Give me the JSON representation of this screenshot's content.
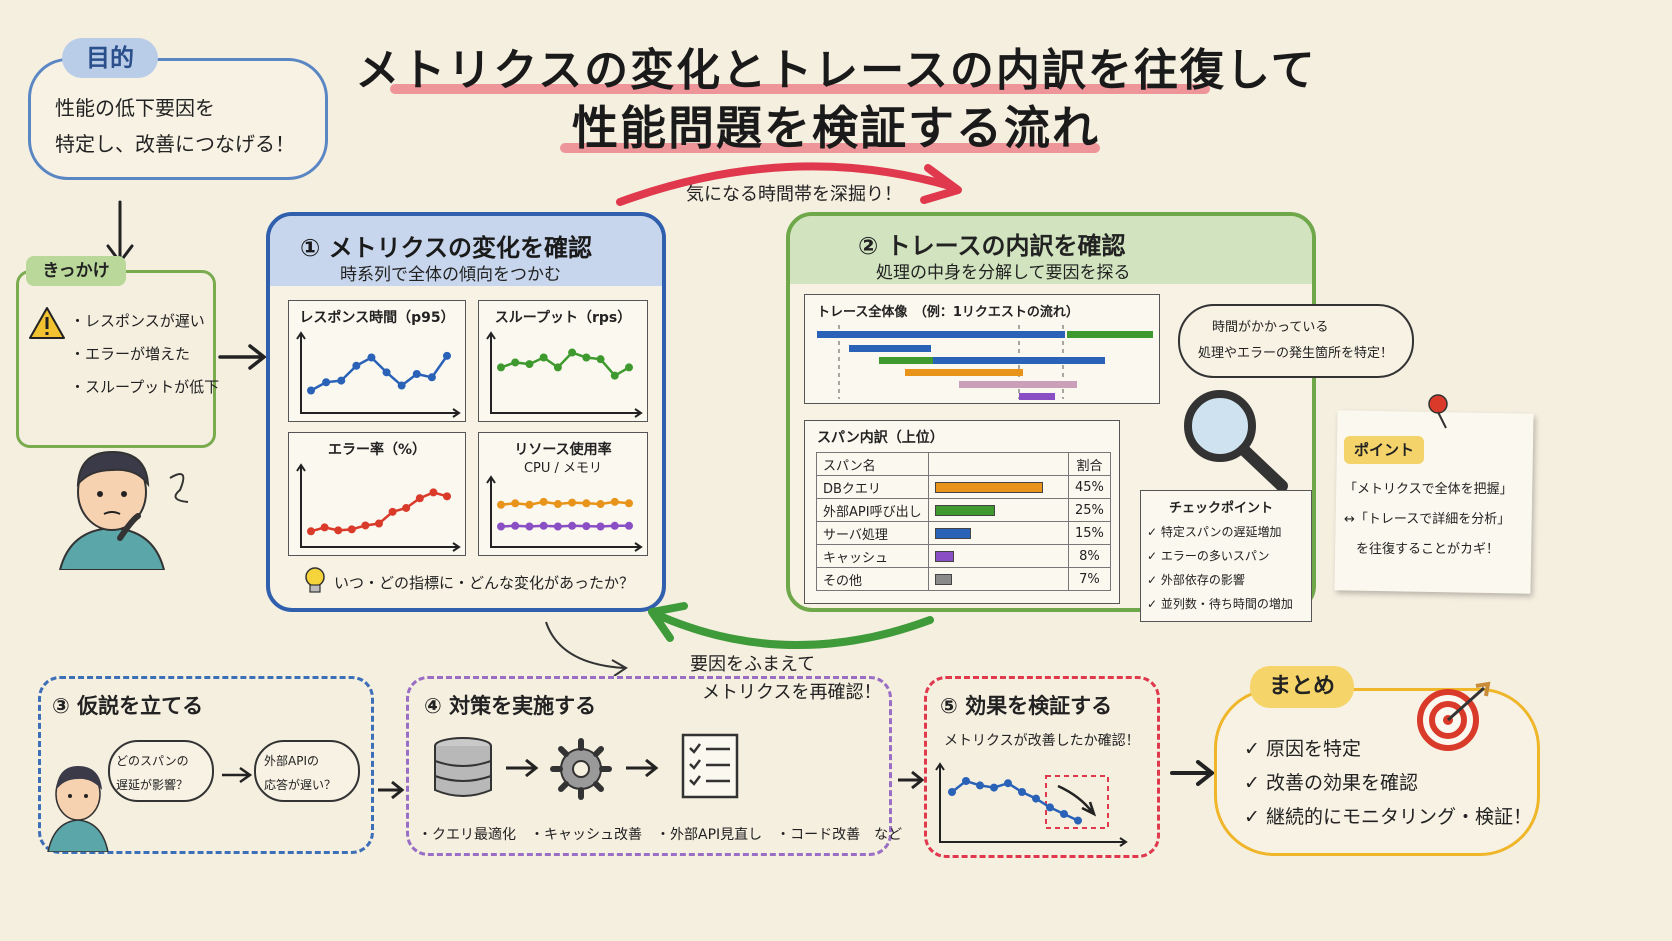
{
  "title": {
    "line1": "メトリクスの変化とトレースの内訳を往復して",
    "line2": "性能問題を検証する流れ"
  },
  "goal": {
    "label": "目的",
    "line1": "性能の低下要因を",
    "line2": "特定し、改善につなげる！"
  },
  "trigger": {
    "label": "きっかけ",
    "items": [
      "・レスポンスが遅い",
      "・エラーが増えた",
      "・スループットが低下"
    ]
  },
  "arrows": {
    "top": "気になる時間帯を深掘り！",
    "bottom_line1": "要因をふまえて",
    "bottom_line2": "メトリクスを再確認！"
  },
  "step1": {
    "title": "① メトリクスの変化を確認",
    "subtitle": "時系列で全体の傾向をつかむ",
    "footer": "いつ・どの指標に・どんな変化があったか？"
  },
  "step2": {
    "title": "② トレースの内訳を確認",
    "subtitle": "処理の中身を分解して要因を探る",
    "trace_title": "トレース全体像　（例：1リクエストの流れ）",
    "bubble_line1": "時間がかかっている",
    "bubble_line2": "処理やエラーの発生箇所を特定！",
    "span_title": "スパン内訳（上位）",
    "span_header_name": "スパン名",
    "span_header_ratio": "割合",
    "checkpoints_title": "チェックポイント",
    "checkpoints": [
      "✓ 特定スパンの遅延増加",
      "✓ エラーの多いスパン",
      "✓ 外部依存の影響",
      "✓ 並列数・待ち時間の増加"
    ]
  },
  "point": {
    "label": "ポイント",
    "line1": "「メトリクスで全体を把握」",
    "line2": "↔「トレースで詳細を分析」",
    "line3": "を往復することがカギ！"
  },
  "step3": {
    "title": "③ 仮説を立てる",
    "bubble1_line1": "どのスパンの",
    "bubble1_line2": "遅延が影響？",
    "bubble2_line1": "外部APIの",
    "bubble2_line2": "応答が遅い？"
  },
  "step4": {
    "title": "④ 対策を実施する",
    "items": "・クエリ最適化　・キャッシュ改善　・外部API見直し　・コード改善　など"
  },
  "step5": {
    "title": "⑤ 効果を検証する",
    "subtitle": "メトリクスが改善したか確認！"
  },
  "summary": {
    "label": "まとめ",
    "items": [
      "✓ 原因を特定",
      "✓ 改善の効果を確認",
      "✓ 継続的にモニタリング・検証！"
    ]
  },
  "chart_data": [
    {
      "type": "line",
      "title": "レスポンス時間（p95）",
      "x": [
        1,
        2,
        3,
        4,
        5,
        6,
        7,
        8,
        9,
        10
      ],
      "values": [
        2,
        3,
        3.2,
        5,
        6,
        4.2,
        2.6,
        4,
        3.6,
        6.2
      ],
      "ylim": [
        0,
        8
      ],
      "color": "#2a62b8"
    },
    {
      "type": "line",
      "title": "スループット（rps）",
      "x": [
        1,
        2,
        3,
        4,
        5,
        6,
        7,
        8,
        9,
        10
      ],
      "values": [
        4.8,
        5.4,
        5.2,
        6,
        4.8,
        6.6,
        6,
        5.8,
        3.8,
        4.8
      ],
      "ylim": [
        0,
        8
      ],
      "color": "#3e9a2e"
    },
    {
      "type": "line",
      "title": "エラー率（%）",
      "x": [
        1,
        2,
        3,
        4,
        5,
        6,
        7,
        8,
        9,
        10,
        11
      ],
      "values": [
        1,
        1.4,
        1.1,
        1.2,
        1.6,
        1.8,
        3,
        3.4,
        4.4,
        5,
        4.6
      ],
      "ylim": [
        0,
        7
      ],
      "color": "#d93a2a"
    },
    {
      "type": "line",
      "title": "リソース使用率",
      "subtitle": "CPU / メモリ",
      "x": [
        1,
        2,
        3,
        4,
        5,
        6,
        7,
        8,
        9,
        10
      ],
      "series": [
        {
          "name": "CPU",
          "values": [
            5,
            5.2,
            5,
            5.4,
            5.1,
            5.3,
            5.2,
            5.1,
            5.4,
            5.2
          ],
          "color": "#e8941a"
        },
        {
          "name": "メモリ",
          "values": [
            2,
            2.1,
            2,
            2.1,
            2,
            2.1,
            2.05,
            2,
            2.1,
            2.1
          ],
          "color": "#8a4fc4"
        }
      ],
      "ylim": [
        0,
        8
      ]
    },
    {
      "type": "bar",
      "title": "スパン内訳（上位）",
      "categories": [
        "DBクエリ",
        "外部API呼び出し",
        "サーバ処理",
        "キャッシュ",
        "その他"
      ],
      "values": [
        45,
        25,
        15,
        8,
        7
      ],
      "colors": [
        "#e8941a",
        "#3e9a2e",
        "#2a62b8",
        "#8a4fc4",
        "#8a8a8a"
      ],
      "ylim": [
        0,
        50
      ]
    },
    {
      "type": "line",
      "title": "⑤ 効果を検証する",
      "x": [
        1,
        2,
        3,
        4,
        5,
        6,
        7,
        8,
        9,
        10
      ],
      "values": [
        4,
        5,
        4.6,
        4.4,
        4.8,
        4,
        3.4,
        2.6,
        2,
        1.4
      ],
      "ylim": [
        0,
        6
      ],
      "color": "#2a62b8"
    }
  ]
}
